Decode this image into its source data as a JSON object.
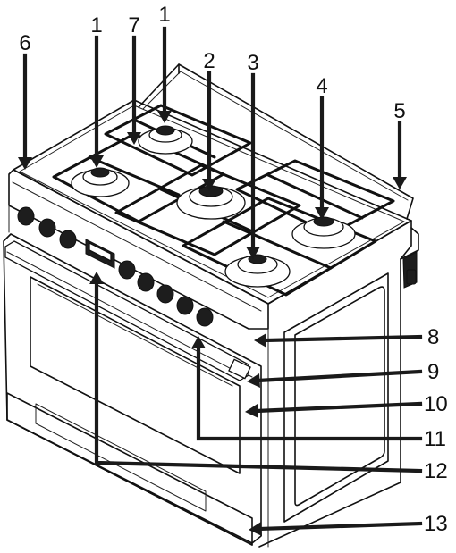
{
  "figure": {
    "callouts": [
      {
        "id": "1a",
        "label": "1"
      },
      {
        "id": "7",
        "label": "7"
      },
      {
        "id": "1b",
        "label": "1"
      },
      {
        "id": "6",
        "label": "6"
      },
      {
        "id": "2",
        "label": "2"
      },
      {
        "id": "3",
        "label": "3"
      },
      {
        "id": "4",
        "label": "4"
      },
      {
        "id": "5",
        "label": "5"
      },
      {
        "id": "8",
        "label": "8"
      },
      {
        "id": "9",
        "label": "9"
      },
      {
        "id": "10",
        "label": "10"
      },
      {
        "id": "11",
        "label": "11"
      },
      {
        "id": "12",
        "label": "12"
      },
      {
        "id": "13",
        "label": "13"
      }
    ]
  }
}
